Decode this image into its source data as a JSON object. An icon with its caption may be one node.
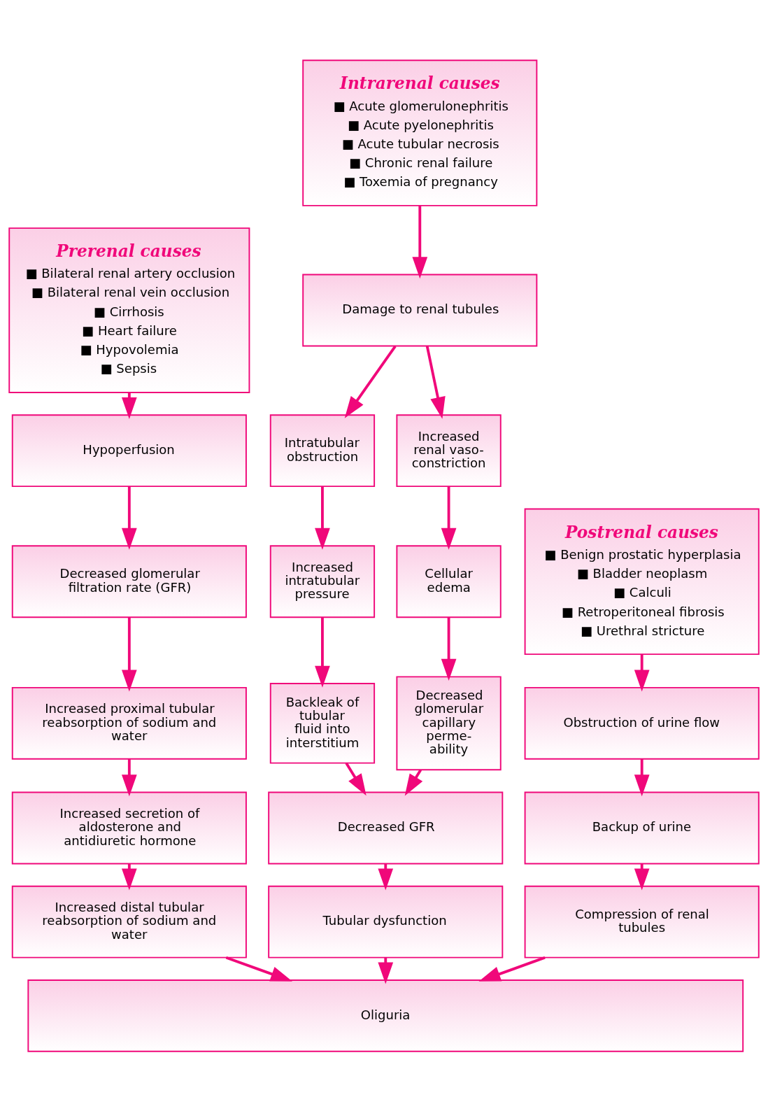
{
  "diagram": {
    "nodes": [
      {
        "text": [
          "Prerenal causes",
          "■ Bilateral renal artery occlusion",
          "■ Bilateral renal vein occlusion",
          "■ Cirrhosis",
          "■ Heart failure",
          "■ Hypovolemia",
          "■ Sepsis"
        ]
      },
      {
        "text": [
          "Intrarenal causes",
          "■ Acute glomerulonephritis",
          "■ Acute pyelonephritis",
          "■ Acute tubular necrosis",
          "■ Chronic renal failure",
          "■ Toxemia of pregnancy"
        ]
      },
      {
        "text": [
          "Postrenal causes",
          "■ Benign prostatic hyperplasia",
          "■ Bladder neoplasm",
          "■ Calculi",
          "■ Retroperitoneal fibrosis",
          "■ Urethral stricture"
        ]
      },
      {
        "text": [
          "Hypoperfusion"
        ]
      },
      {
        "text": [
          "Damage to renal tubules"
        ]
      },
      {
        "text": [
          "Obstruction of urine flow"
        ]
      },
      {
        "text": [
          "Decreased glomerular filtration rate (GFR)"
        ]
      },
      {
        "text": [
          "Intratubular obstruction"
        ]
      },
      {
        "text": [
          "Increased renal vaso-constriction"
        ]
      },
      {
        "text": [
          "Increased proximal tubular reabsorption of sodium and water"
        ]
      },
      {
        "text": [
          "Increased intratubular pressure"
        ]
      },
      {
        "text": [
          "Cellular edema"
        ]
      },
      {
        "text": [
          "Backup of urine"
        ]
      },
      {
        "text": [
          "Increased secretion of aldosterone and antidiuretic hormone"
        ]
      },
      {
        "text": [
          "Backleak of tubular fluid into interstitium"
        ]
      },
      {
        "text": [
          "Decreased glomerular capillary perme-ability"
        ]
      },
      {
        "text": [
          "Decreased GFR"
        ]
      },
      {
        "text": [
          "Increased distal tubular reabsorption of sodium and water"
        ]
      },
      {
        "text": [
          "Tubular dysfunction"
        ]
      },
      {
        "text": [
          "Compression of renal tubules"
        ]
      },
      {
        "text": [
          "Oliguria"
        ]
      }
    ],
    "edges": [
      {
        "from": 0,
        "to": 3,
        "arrow": "to"
      },
      {
        "from": 3,
        "to": 6,
        "arrow": "to"
      },
      {
        "from": 6,
        "to": 9,
        "arrow": "to"
      },
      {
        "from": 9,
        "to": 13,
        "arrow": "to"
      },
      {
        "from": 13,
        "to": 17,
        "arrow": "to"
      },
      {
        "from": 17,
        "to": 20,
        "arrow": "to"
      },
      {
        "from": 1,
        "to": 4,
        "arrow": "to"
      },
      {
        "from": 4,
        "to": 7,
        "arrow": "to"
      },
      {
        "from": 4,
        "to": 8,
        "arrow": "to"
      },
      {
        "from": 7,
        "to": 10,
        "arrow": "to"
      },
      {
        "from": 8,
        "to": 11,
        "arrow": "to"
      },
      {
        "from": 10,
        "to": 14,
        "arrow": "to"
      },
      {
        "from": 11,
        "to": 15,
        "arrow": "to"
      },
      {
        "from": 14,
        "to": 16,
        "arrow": "to"
      },
      {
        "from": 15,
        "to": 16,
        "arrow": "to"
      },
      {
        "from": 16,
        "to": 18,
        "arrow": "to"
      },
      {
        "from": 18,
        "to": 20,
        "arrow": "to"
      },
      {
        "from": 2,
        "to": 5,
        "arrow": "to"
      },
      {
        "from": 5,
        "to": 12,
        "arrow": "to"
      },
      {
        "from": 12,
        "to": 19,
        "arrow": "to"
      },
      {
        "from": 19,
        "to": 20,
        "arrow": "to"
      }
    ]
  }
}
